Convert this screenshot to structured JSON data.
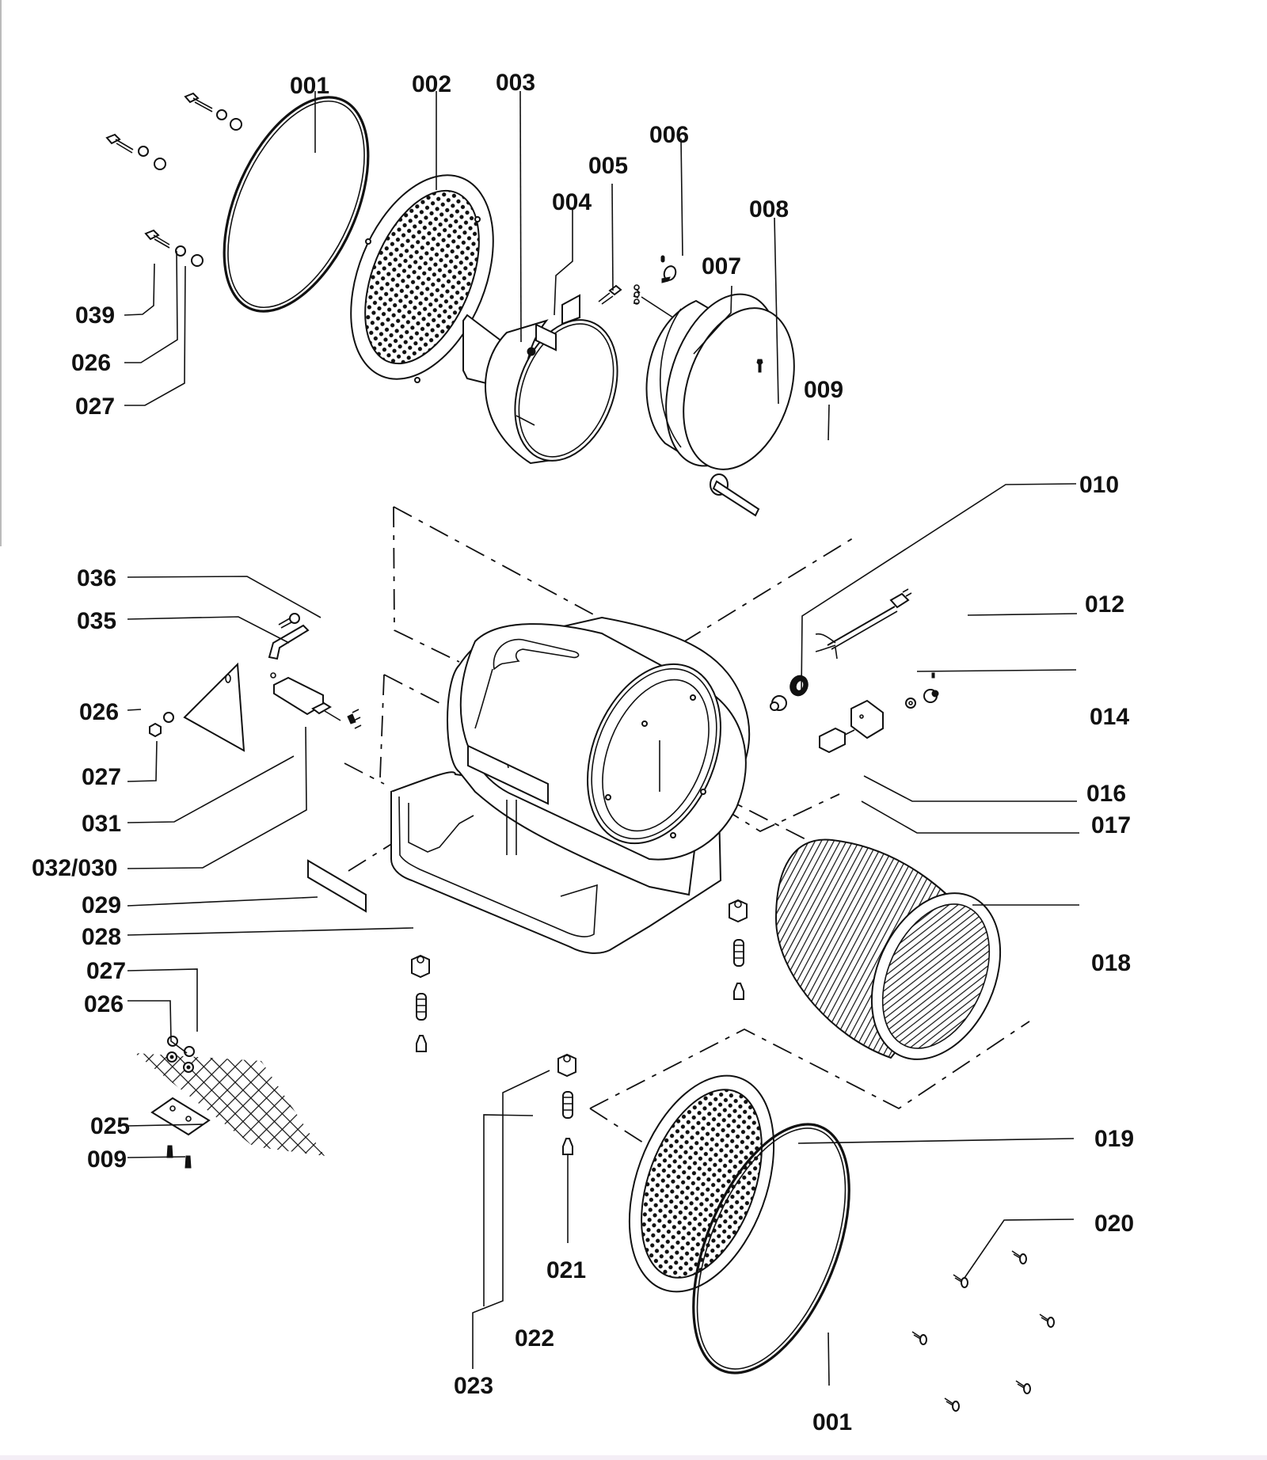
{
  "diagram": {
    "title": "Exploded parts view — air mover / blower",
    "callouts": [
      {
        "id": "c001a",
        "label": "001",
        "part": "gasket-ring-rear"
      },
      {
        "id": "c002",
        "label": "002",
        "part": "rear-grille"
      },
      {
        "id": "c003",
        "label": "003",
        "part": "motor-mount-band"
      },
      {
        "id": "c004",
        "label": "004",
        "part": "mount-bracket"
      },
      {
        "id": "c005",
        "label": "005",
        "part": "mount-screw"
      },
      {
        "id": "c006",
        "label": "006",
        "part": "small-screw"
      },
      {
        "id": "c007",
        "label": "007",
        "part": "cable-clamp"
      },
      {
        "id": "c008",
        "label": "008",
        "part": "motor"
      },
      {
        "id": "c009a",
        "label": "009",
        "part": "set-screw"
      },
      {
        "id": "c010",
        "label": "010",
        "part": "strain-relief"
      },
      {
        "id": "c012",
        "label": "012",
        "part": "power-cord"
      },
      {
        "id": "c014",
        "label": "014",
        "part": "switch-knob"
      },
      {
        "id": "c016",
        "label": "016",
        "part": "switch-plate"
      },
      {
        "id": "c017",
        "label": "017",
        "part": "rotary-switch"
      },
      {
        "id": "c018",
        "label": "018",
        "part": "blower-wheel"
      },
      {
        "id": "c019",
        "label": "019",
        "part": "front-grille"
      },
      {
        "id": "c020",
        "label": "020",
        "part": "grille-screws"
      },
      {
        "id": "c001b",
        "label": "001",
        "part": "gasket-ring-front"
      },
      {
        "id": "c021",
        "label": "021",
        "part": "foot-cap"
      },
      {
        "id": "c022",
        "label": "022",
        "part": "foot-spring"
      },
      {
        "id": "c023",
        "label": "023",
        "part": "foot-nut"
      },
      {
        "id": "c025",
        "label": "025",
        "part": "mesh-plate"
      },
      {
        "id": "c009b",
        "label": "009",
        "part": "plate-screw"
      },
      {
        "id": "c026c",
        "label": "026",
        "part": "washer-bottom"
      },
      {
        "id": "c027c",
        "label": "027",
        "part": "nut-bottom"
      },
      {
        "id": "c028",
        "label": "028",
        "part": "housing"
      },
      {
        "id": "c029",
        "label": "029",
        "part": "label-plate"
      },
      {
        "id": "c032",
        "label": "032/030",
        "part": "capacitor"
      },
      {
        "id": "c031",
        "label": "031",
        "part": "wire-connectors"
      },
      {
        "id": "c027b",
        "label": "027",
        "part": "nut-mid"
      },
      {
        "id": "c026b",
        "label": "026",
        "part": "washer-mid"
      },
      {
        "id": "c035",
        "label": "035",
        "part": "capacitor-strap"
      },
      {
        "id": "c036",
        "label": "036",
        "part": "strap-screw"
      },
      {
        "id": "c039",
        "label": "039",
        "part": "bolt-top"
      },
      {
        "id": "c026a",
        "label": "026",
        "part": "washer-top"
      },
      {
        "id": "c027a",
        "label": "027",
        "part": "nut-top"
      }
    ]
  }
}
